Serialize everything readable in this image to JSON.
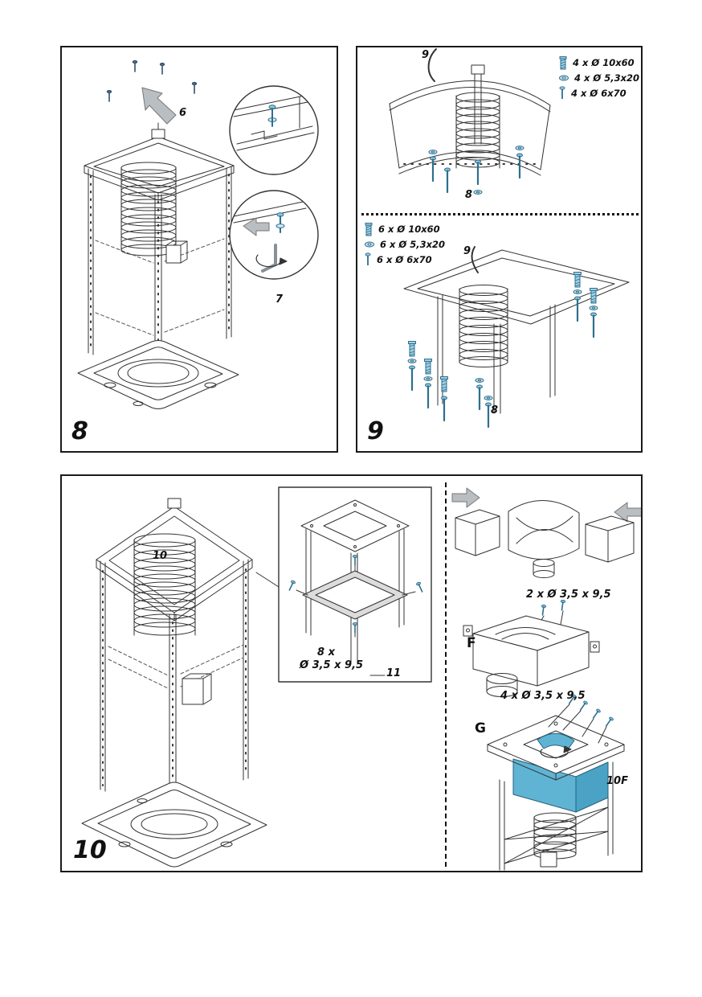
{
  "doc": {
    "kind": "appliance-installation-manual-page"
  },
  "panel8": {
    "step_label": "8",
    "arrow_label": "6",
    "detail_label": "7"
  },
  "panel9": {
    "step_label": "9",
    "top_section": {
      "cable_label": "9",
      "figure_label": "8",
      "hardware": [
        {
          "icon": "wall-anchor-icon",
          "label": "4 x Ø 10x60"
        },
        {
          "icon": "washer-icon",
          "label": "4 x Ø 5,3x20"
        },
        {
          "icon": "screw-icon",
          "label": "4 x Ø 6x70"
        }
      ]
    },
    "bottom_section": {
      "cable_label": "9",
      "figure_label": "8",
      "hardware": [
        {
          "icon": "wall-anchor-icon",
          "label": "6 x Ø 10x60"
        },
        {
          "icon": "washer-icon",
          "label": "6 x Ø 5,3x20"
        },
        {
          "icon": "screw-icon",
          "label": "6 x Ø 6x70"
        }
      ]
    }
  },
  "panel10": {
    "step_label": "10",
    "tower_label": "10",
    "callout": {
      "screw_qty": "8 x",
      "screw_size": "Ø 3,5 x 9,5",
      "figure_label": "11"
    },
    "duct_assembly": {
      "f_label": "F",
      "f_screws": "2 x Ø 3,5 x 9,5",
      "g_label": "G",
      "g_screws": "4 x Ø 3,5 x 9,5",
      "result_label": "10F"
    }
  },
  "colors": {
    "line": "#333333",
    "accent_blue": "#5fb4d4",
    "accent_blue_dark": "#2d6f8e",
    "arrow_gray": "#b9bec2"
  }
}
